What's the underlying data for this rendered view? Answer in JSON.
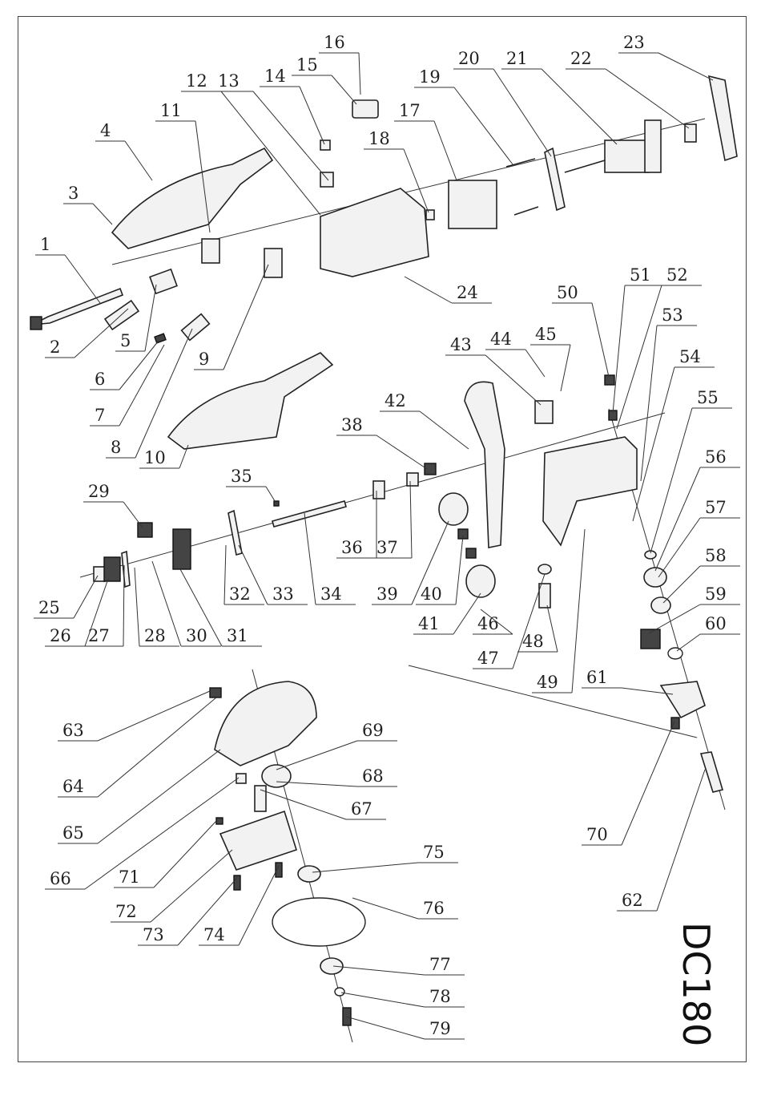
{
  "model_label": "DC180",
  "part_labels": [
    "1",
    "2",
    "3",
    "4",
    "5",
    "6",
    "7",
    "8",
    "9",
    "10",
    "11",
    "12",
    "13",
    "14",
    "15",
    "16",
    "17",
    "18",
    "19",
    "20",
    "21",
    "22",
    "23",
    "24",
    "25",
    "26",
    "27",
    "28",
    "29",
    "30",
    "31",
    "32",
    "33",
    "34",
    "35",
    "36",
    "37",
    "38",
    "39",
    "40",
    "41",
    "42",
    "43",
    "44",
    "45",
    "46",
    "47",
    "48",
    "49",
    "50",
    "51",
    "52",
    "53",
    "54",
    "55",
    "56",
    "57",
    "58",
    "59",
    "60",
    "61",
    "62",
    "63",
    "64",
    "65",
    "66",
    "67",
    "68",
    "69",
    "70",
    "71",
    "72",
    "73",
    "74",
    "75",
    "76",
    "77",
    "78",
    "79"
  ]
}
